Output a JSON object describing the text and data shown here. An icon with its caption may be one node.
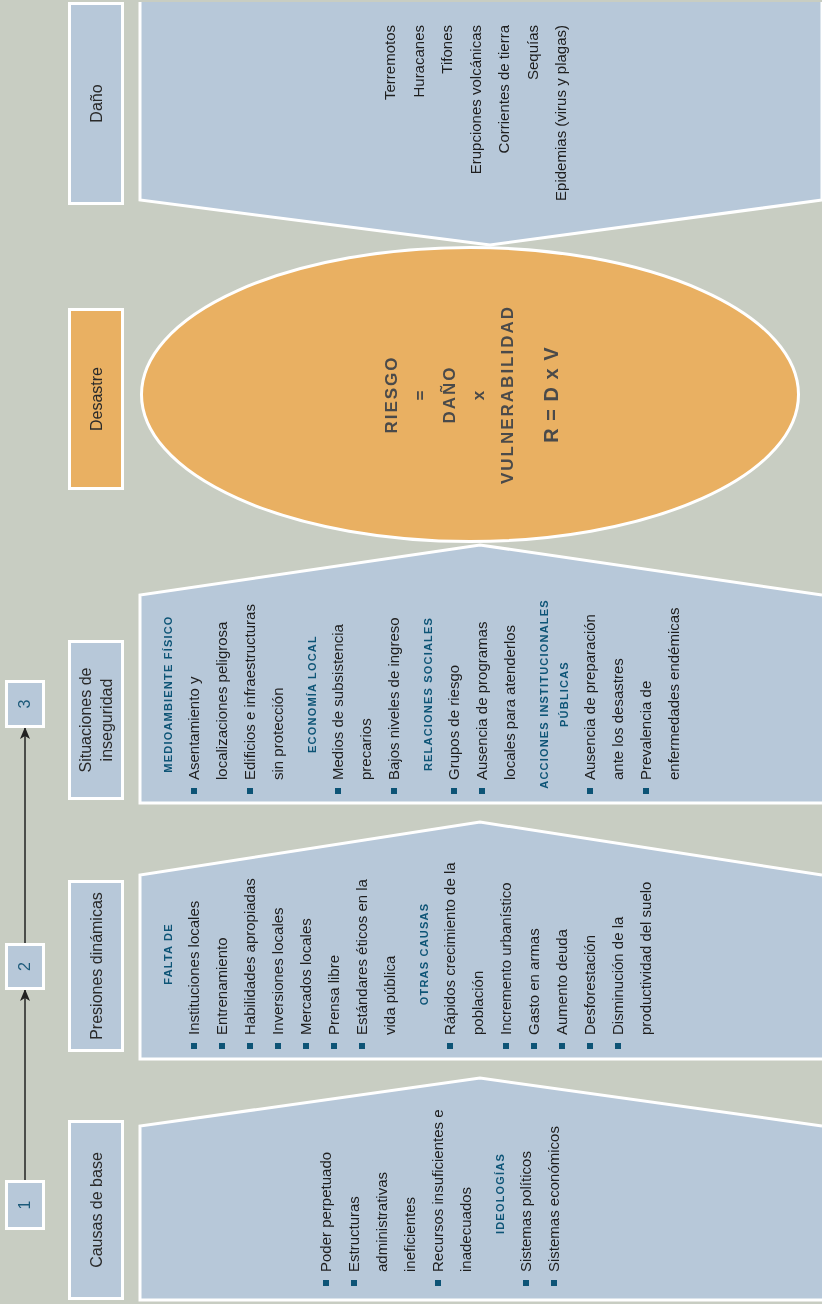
{
  "diagram": {
    "nodes": [
      {
        "text": [
          "1"
        ]
      },
      {
        "text": [
          "2"
        ]
      },
      {
        "text": [
          "3"
        ]
      },
      {
        "text": [
          "Causas de base"
        ]
      },
      {
        "text": [
          "Presiones dinámicas"
        ]
      },
      {
        "text": [
          "Situaciones de inseguridad"
        ]
      },
      {
        "text": [
          "Desastre"
        ]
      },
      {
        "text": [
          "Daño"
        ]
      },
      {
        "text": [
          "Poder perpetuado",
          "Estructuras administrativas ineficientes",
          "Recursos insuficientes e inadecuados",
          "IDEOLOGÍAS",
          "Sistemas políticos",
          "Sistemas económicos"
        ]
      },
      {
        "text": [
          "FALTA DE",
          "Instituciones locales",
          "Entrenamiento",
          "Habilidades apropiadas",
          "Inversiones locales",
          "Mercados locales",
          "Prensa libre",
          "Estándares éticos en la vida pública",
          "OTRAS CAUSAS",
          "Rápidos crecimiento de la población",
          "Incremento urbanístico",
          "Gasto en armas",
          "Aumento deuda",
          "Desforestación",
          "Disminución de la productividad del suelo"
        ]
      },
      {
        "text": [
          "MEDIOAMBIENTE FÍSICO",
          "Asentamiento y localizaciones peligrosa",
          "Edificios e infraestructuras sin protección",
          "ECONOMÍA LOCAL",
          "Medios de subsistencia precarios",
          "Bajos niveles de ingreso",
          "RELACIONES SOCIALES",
          "Grupos de riesgo",
          "Ausencia de programas locales para atenderlos",
          "ACCIONES INSTITUCIONALES PÚBLICAS",
          "Ausencia de preparación ante los desastres",
          "Prevalencia de enfermedades endémicas"
        ]
      },
      {
        "text": [
          "RIESGO = DAÑO x VULNERABILIDAD",
          "R = D x V"
        ]
      },
      {
        "text": [
          "Terremotos",
          "Huracanes",
          "Tifones",
          "Erupciones volcánicas",
          "Corrientes de tierra",
          "Sequías",
          "Epidemias (virus y plagas)"
        ]
      }
    ],
    "edges": [
      {
        "from": 0,
        "to": 1,
        "arrow": "to"
      },
      {
        "from": 1,
        "to": 2,
        "arrow": "to"
      }
    ]
  }
}
